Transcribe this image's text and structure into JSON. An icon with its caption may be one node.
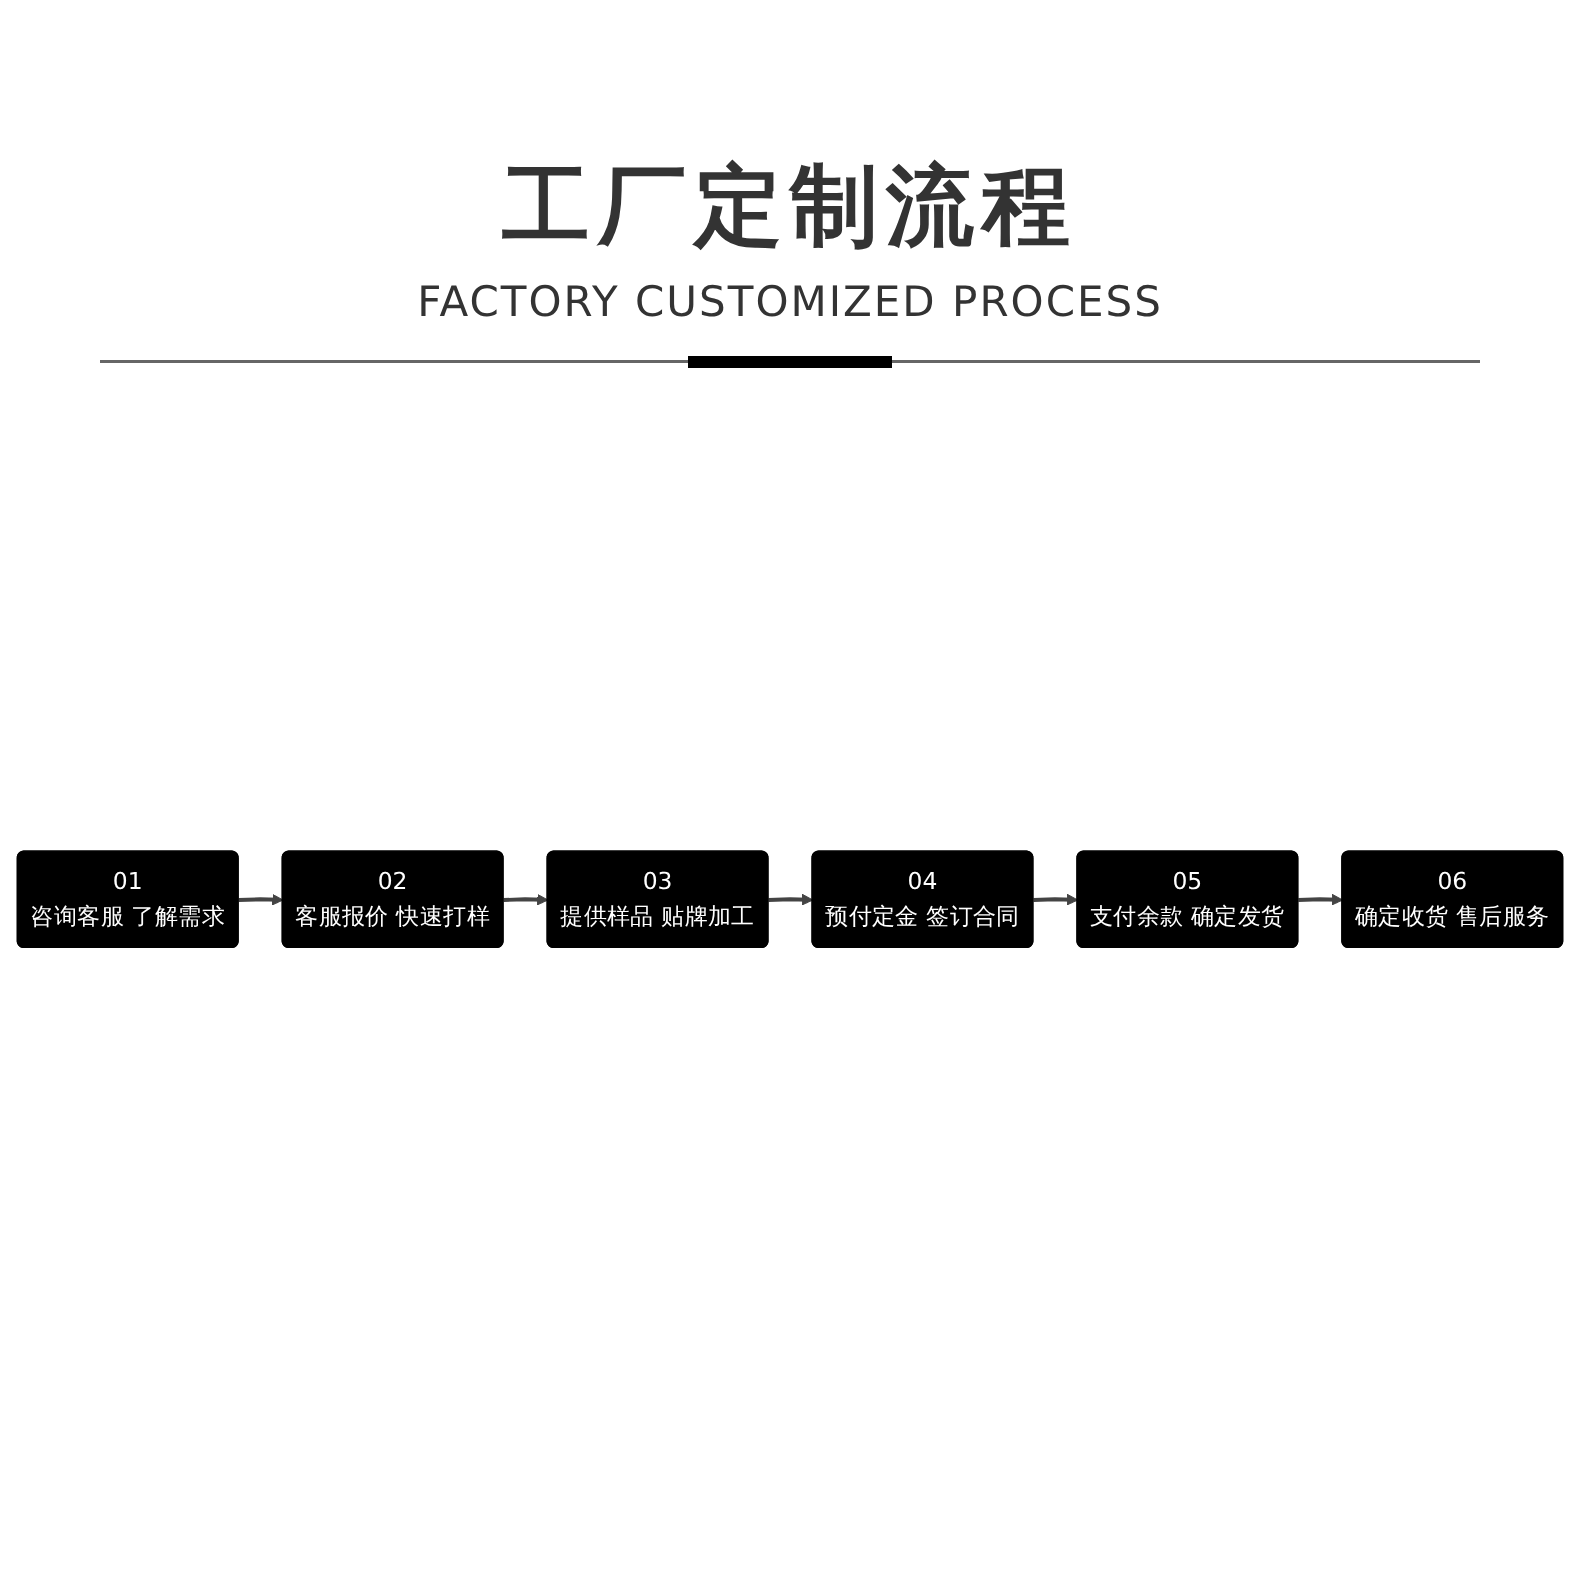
{
  "diagram": {
    "title": "工厂定制流程",
    "nodes": [
      {
        "text": [
          "01",
          "咨询客服 了解需求"
        ]
      },
      {
        "text": [
          "02",
          "客服报价 快速打样"
        ]
      },
      {
        "text": [
          "03",
          "提供样品 贴牌加工"
        ]
      },
      {
        "text": [
          "04",
          "预付定金 签订合同"
        ]
      },
      {
        "text": [
          "05",
          "支付余款 确定发货"
        ]
      },
      {
        "text": [
          "06",
          "确定收货 售后服务"
        ]
      }
    ],
    "edges": [
      {
        "from": 0,
        "to": 1,
        "arrow": "to"
      },
      {
        "from": 1,
        "to": 2,
        "arrow": "to"
      },
      {
        "from": 2,
        "to": 3,
        "arrow": "to"
      },
      {
        "from": 3,
        "to": 4,
        "arrow": "to"
      },
      {
        "from": 4,
        "to": 5,
        "arrow": "to"
      }
    ],
    "labels": [
      "FACTORY CUSTOMIZED PROCESS"
    ]
  }
}
